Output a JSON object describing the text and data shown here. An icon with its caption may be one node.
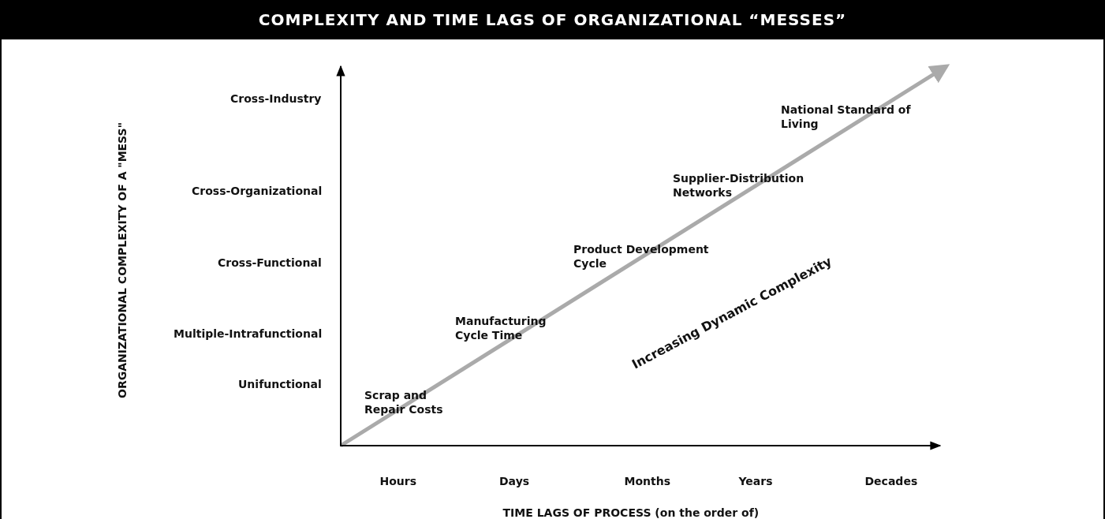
{
  "diagram": {
    "title": "COMPLEXITY AND TIME LAGS OF ORGANIZATIONAL “MESSES”",
    "labels": [
      "ORGANIZATIONAL  COMPLEXITY OF A \"MESS\"",
      "Cross-Industry",
      "National Standard of Living",
      "Cross-Organizational",
      "Supplier-Distribution Networks",
      "Cross-Functional",
      "Product Development Cycle",
      "Increasing Dynamic Complexity",
      "Multiple-Intrafunctional",
      "Manufacturing Cycle Time",
      "Unifunctional",
      "Scrap and Repair Costs",
      "Hours",
      "Days",
      "Months",
      "Years",
      "Decades",
      "TIME LAGS OF PROCESS (on the order of)"
    ]
  }
}
